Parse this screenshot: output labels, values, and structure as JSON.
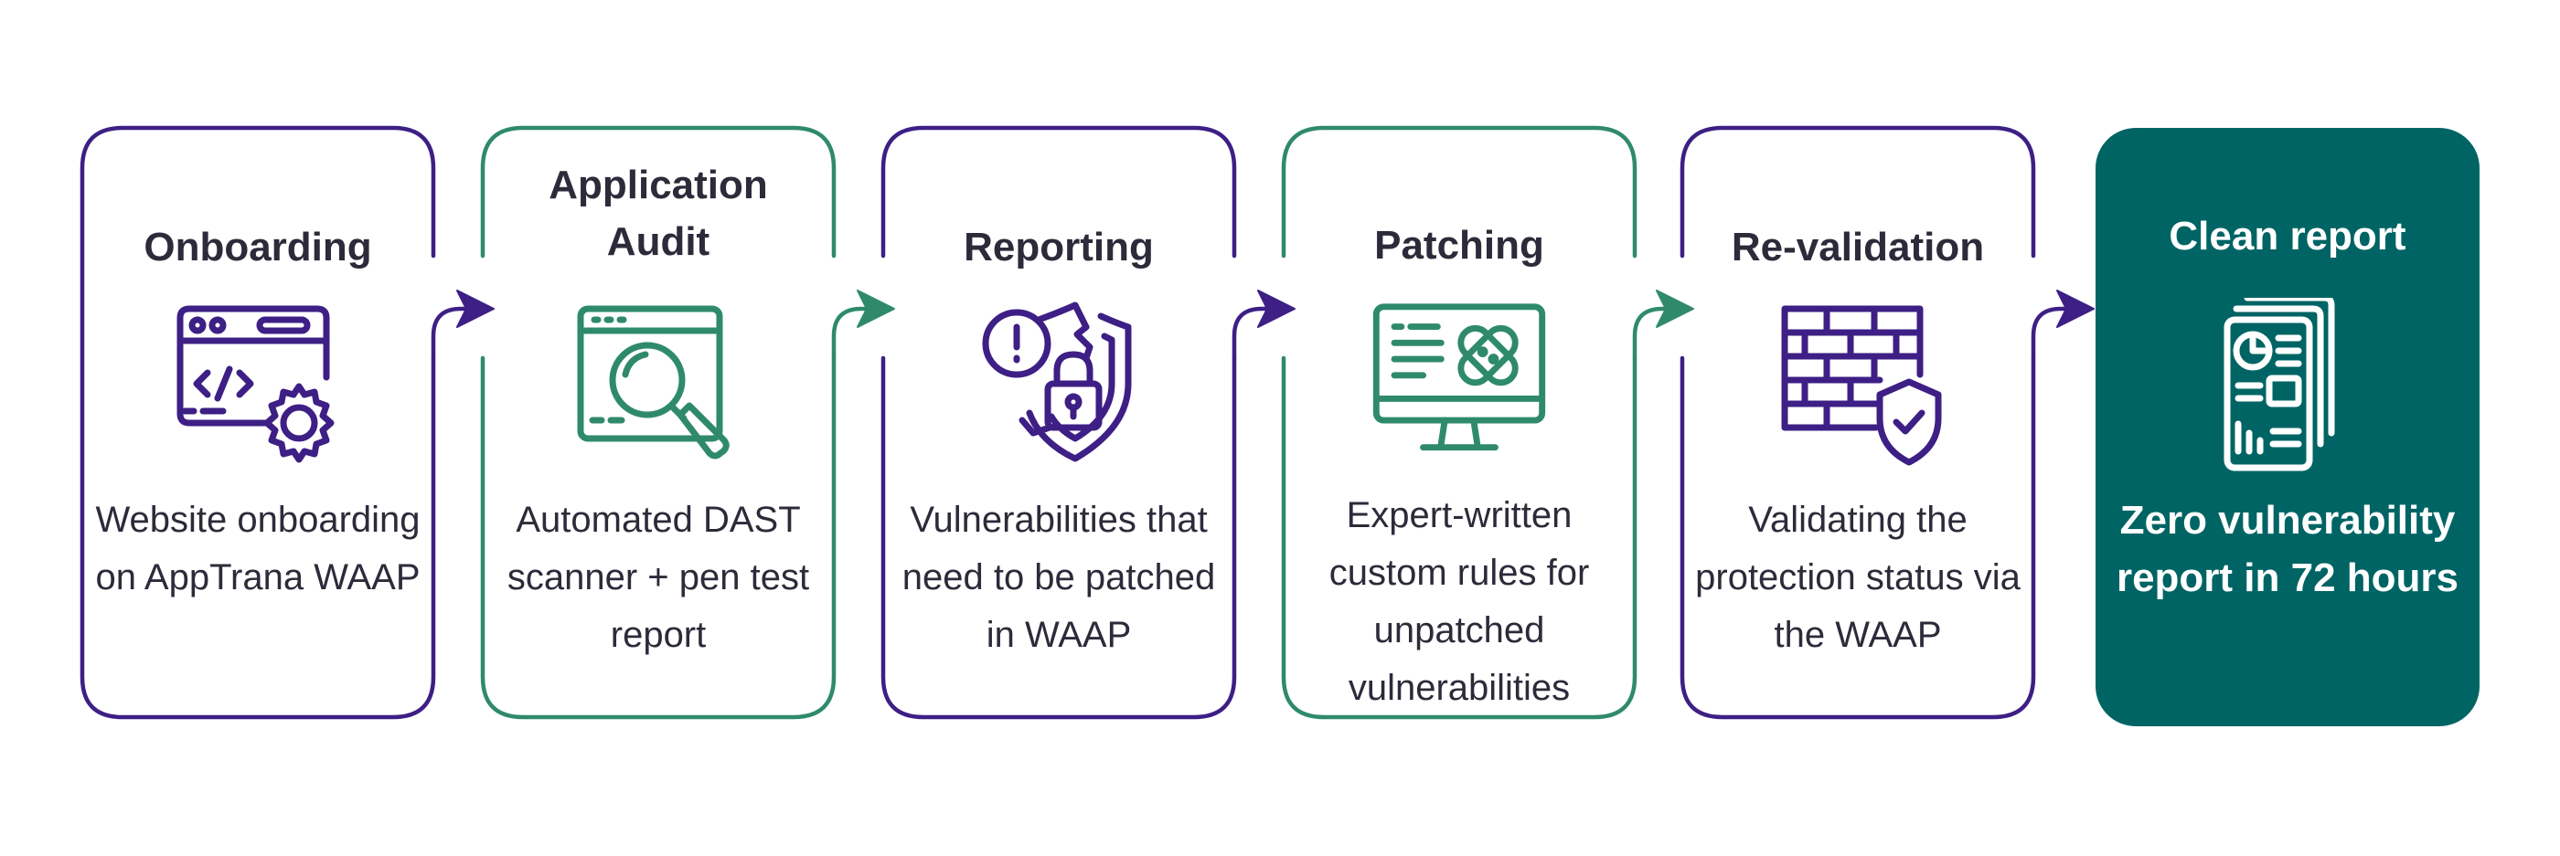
{
  "colors": {
    "purple": "#3d1f85",
    "green": "#2f8a6b",
    "final_fill": "#006464",
    "text": "#2b2b3a"
  },
  "steps": [
    {
      "title": "Onboarding",
      "description": "Website onboarding on AppTrana WAAP",
      "icon": "browser-code-gear-icon",
      "border": "purple"
    },
    {
      "title": "Application Audit",
      "description": "Automated DAST scanner + pen test report",
      "icon": "magnifier-screen-icon",
      "border": "green"
    },
    {
      "title": "Reporting",
      "description": "Vulnerabilities that need to be patched in WAAP",
      "icon": "broken-shield-lock-icon",
      "border": "purple"
    },
    {
      "title": "Patching",
      "description": "Expert-written custom rules for unpatched vulnerabilities",
      "icon": "monitor-bandage-icon",
      "border": "green"
    },
    {
      "title": "Re-validation",
      "description": "Validating the protection status via the WAAP",
      "icon": "firewall-shield-icon",
      "border": "purple"
    },
    {
      "title": "Clean report",
      "description": "Zero vulnerability report in 72 hours",
      "icon": "report-document-icon",
      "border": "final"
    }
  ]
}
